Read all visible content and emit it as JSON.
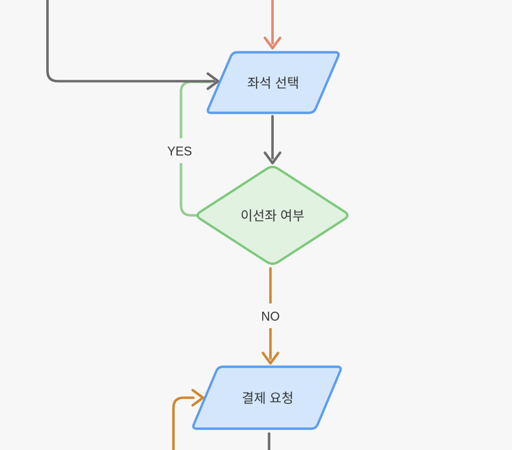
{
  "diagram": {
    "type": "flowchart",
    "nodes": [
      {
        "id": "seat-selection",
        "label": "좌석 선택",
        "shape": "parallelogram"
      },
      {
        "id": "seat-taken-check",
        "label": "이선좌 여부",
        "shape": "decision"
      },
      {
        "id": "payment-request",
        "label": "결제 요청",
        "shape": "parallelogram"
      }
    ],
    "edge_labels": {
      "yes": "YES",
      "no": "NO"
    }
  },
  "colors": {
    "bg": "#f7f7f7",
    "text": "#333333",
    "edge-gray": "#6b6b6b",
    "edge-green": "#93ce90",
    "edge-salmon": "#e0876d",
    "edge-orange": "#d0862f",
    "node-blue-border": "#5d9cec",
    "node-blue-fill": "#d3e6fb",
    "node-green-border": "#7ec87e",
    "node-green-fill": "#e1f3e0"
  }
}
